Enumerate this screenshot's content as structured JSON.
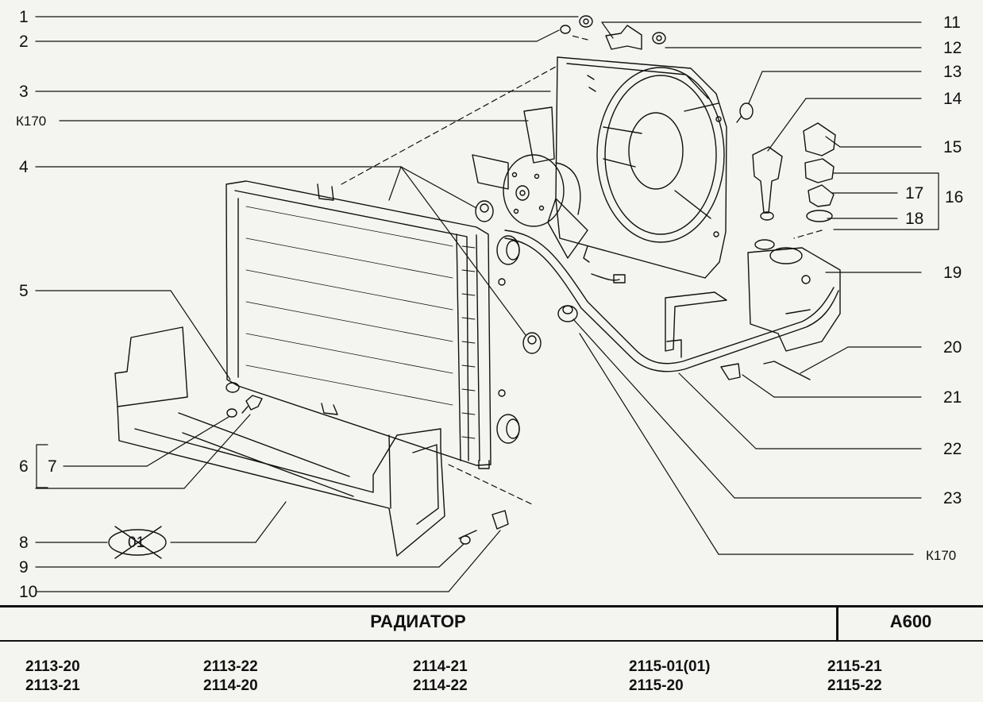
{
  "diagram": {
    "labels": {
      "n1": "1",
      "n2": "2",
      "n3": "3",
      "k170_left": "К170",
      "n4": "4",
      "n5": "5",
      "n6": "6",
      "n7": "7",
      "n8": "8",
      "n01": "01",
      "n9": "9",
      "n10": "10",
      "n11": "11",
      "n12": "12",
      "n13": "13",
      "n14": "14",
      "n15": "15",
      "n16": "16",
      "n17": "17",
      "n18": "18",
      "n19": "19",
      "n20": "20",
      "n21": "21",
      "n22": "22",
      "n23": "23",
      "k170_right": "К170"
    }
  },
  "footer": {
    "title": "РАДИАТОР",
    "code": "A600",
    "models": [
      [
        "2113-20",
        "2113-21"
      ],
      [
        "2113-22",
        "2114-20"
      ],
      [
        "2114-21",
        "2114-22"
      ],
      [
        "2115-01(01)",
        "2115-20"
      ],
      [
        "2115-21",
        "2115-22"
      ]
    ]
  },
  "colors": {
    "line": "#111111",
    "background": "#f4f4f0"
  }
}
